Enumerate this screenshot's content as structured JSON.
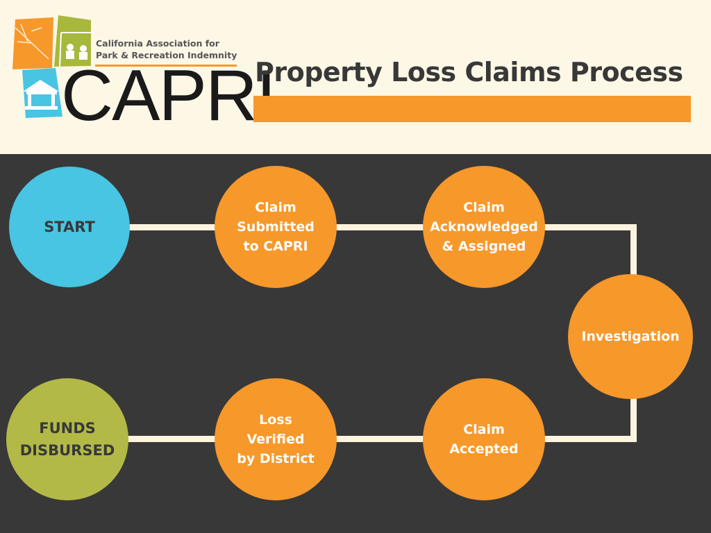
{
  "header": {
    "title": "Property Loss Claims Process"
  },
  "logo": {
    "org_line1": "California Association for",
    "org_line2": "Park & Recreation Indemnity",
    "acronym": "CAPRI"
  },
  "colors": {
    "orange": "#f7982a",
    "blue": "#47c5e2",
    "green": "#b3b946",
    "dark": "#383838",
    "cream": "#fdf7e6"
  },
  "steps": [
    {
      "label": "START"
    },
    {
      "label": "Claim\nSubmitted\nto CAPRI"
    },
    {
      "label": "Claim\nAcknowledged\n& Assigned"
    },
    {
      "label": "Investigation"
    },
    {
      "label": "Claim\nAccepted"
    },
    {
      "label": "Loss\nVerified\nby District"
    },
    {
      "label": "FUNDS\nDISBURSED"
    }
  ]
}
